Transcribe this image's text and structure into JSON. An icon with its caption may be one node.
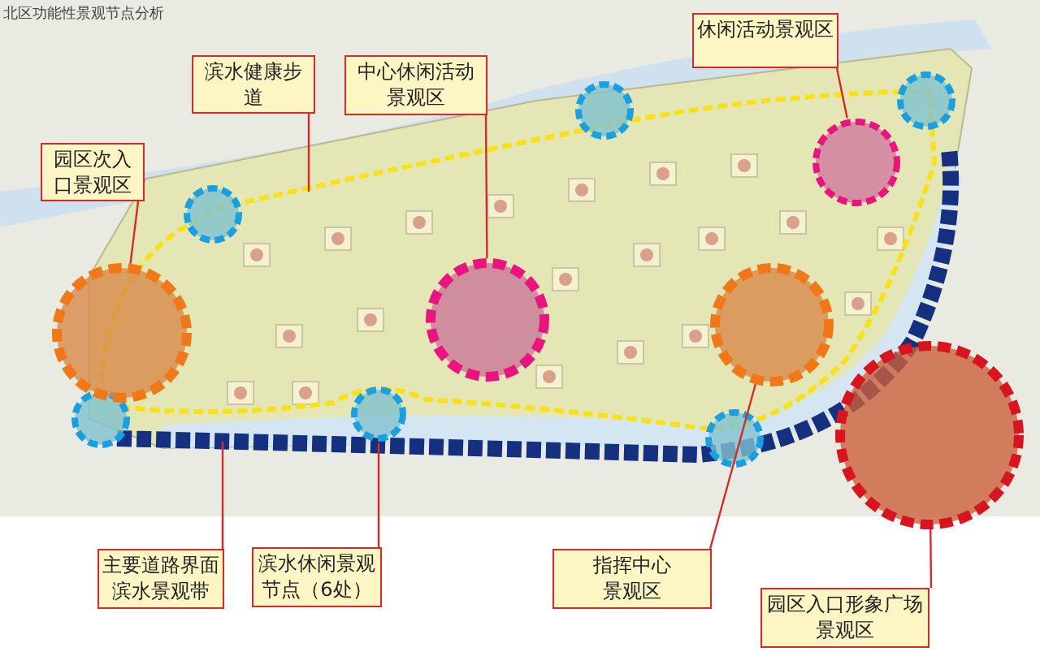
{
  "diagram": {
    "title": "北区功能性景观节点分析",
    "nodes": [
      {
        "text": [
          "园区次入口景观区"
        ]
      },
      {
        "text": [
          "滨水健康步道"
        ]
      },
      {
        "text": [
          "中心休闲活动景观区"
        ]
      },
      {
        "text": [
          "休闲活动景观区"
        ]
      },
      {
        "text": [
          "主要道路界面滨水景观带"
        ]
      },
      {
        "text": [
          "滨水休闲景观节点（6处）"
        ]
      },
      {
        "text": [
          "指挥中心景观区"
        ]
      },
      {
        "text": [
          "园区入口形象广场景观区"
        ]
      },
      {
        "text": [],
        "shape": "circle"
      },
      {
        "text": [],
        "shape": "circle"
      },
      {
        "text": [],
        "shape": "circle"
      },
      {
        "text": [],
        "shape": "circle"
      },
      {
        "text": [],
        "shape": "circle"
      },
      {
        "text": [],
        "shape": "circle"
      }
    ],
    "edges": [
      {
        "from": 0,
        "to": 8,
        "arrow": "none"
      },
      {
        "from": 1,
        "to": null,
        "arrow": "none"
      },
      {
        "from": 2,
        "to": 9,
        "arrow": "none"
      },
      {
        "from": 3,
        "to": 10,
        "arrow": "none"
      },
      {
        "from": 4,
        "to": null,
        "arrow": "none"
      },
      {
        "from": 5,
        "to": 11,
        "arrow": "none"
      },
      {
        "from": 6,
        "to": 12,
        "arrow": "none"
      },
      {
        "from": 7,
        "to": 13,
        "arrow": "none"
      }
    ]
  }
}
